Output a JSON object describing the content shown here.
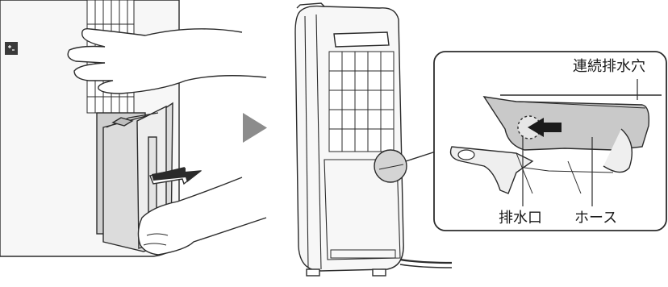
{
  "callout": {
    "continuous_drain_hole": "連続排水穴",
    "drain_port": "排水口",
    "hose": "ホース"
  },
  "colors": {
    "line": "#2b2b2b",
    "gray_fill": "#c9c9c9",
    "light_fill": "#efefef",
    "step_arrow": "#8c8c8c",
    "body_fill": "#f7f7f7"
  },
  "icons": {
    "step_arrow": "triangle-right-icon",
    "direction_arrow": "arrow-left-icon",
    "pull_arrow": "arrow-right-icon"
  }
}
